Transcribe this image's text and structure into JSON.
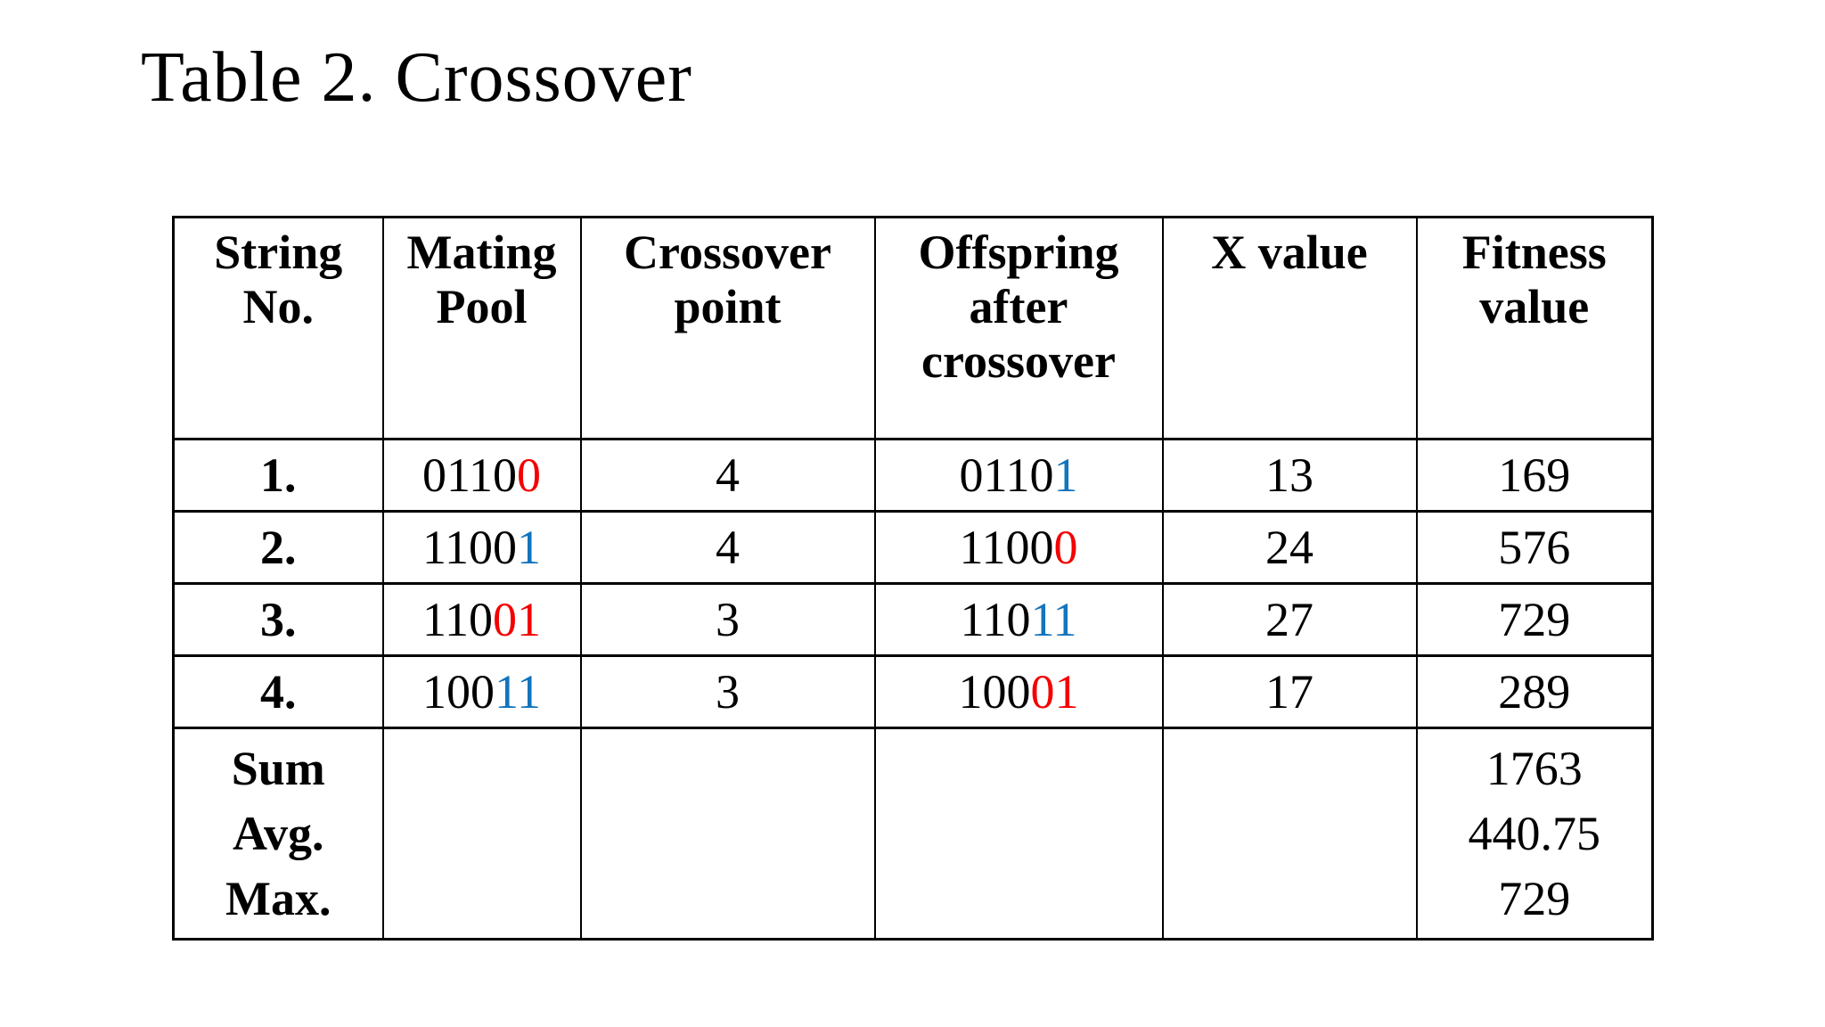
{
  "title": "Table 2. Crossover",
  "colors": {
    "highlight_red": "#f40000",
    "highlight_blue": "#1374bd",
    "text": "#000000",
    "border": "#000000",
    "background": "#ffffff"
  },
  "table": {
    "headers": [
      "String No.",
      "Mating Pool",
      "Crossover point",
      "Offspring after crossover",
      "X value",
      "Fitness value"
    ],
    "rows": [
      {
        "no": "1.",
        "pool_head": "0110",
        "pool_tail": "0",
        "pool_tail_color": "red",
        "point": "4",
        "off_head": "0110",
        "off_tail": "1",
        "off_tail_color": "blue",
        "x": "13",
        "fitness": "169"
      },
      {
        "no": "2.",
        "pool_head": "1100",
        "pool_tail": "1",
        "pool_tail_color": "blue",
        "point": "4",
        "off_head": "1100",
        "off_tail": "0",
        "off_tail_color": "red",
        "x": "24",
        "fitness": "576"
      },
      {
        "no": "3.",
        "pool_head": "110",
        "pool_tail": "01",
        "pool_tail_color": "red",
        "point": "3",
        "off_head": "110",
        "off_tail": "11",
        "off_tail_color": "blue",
        "x": "27",
        "fitness": "729"
      },
      {
        "no": "4.",
        "pool_head": "100",
        "pool_tail": "11",
        "pool_tail_color": "blue",
        "point": "3",
        "off_head": "100",
        "off_tail": "01",
        "off_tail_color": "red",
        "x": "17",
        "fitness": "289"
      }
    ],
    "summary": {
      "labels": [
        "Sum",
        "Avg.",
        "Max."
      ],
      "fitness": [
        "1763",
        "440.75",
        "729"
      ]
    }
  }
}
